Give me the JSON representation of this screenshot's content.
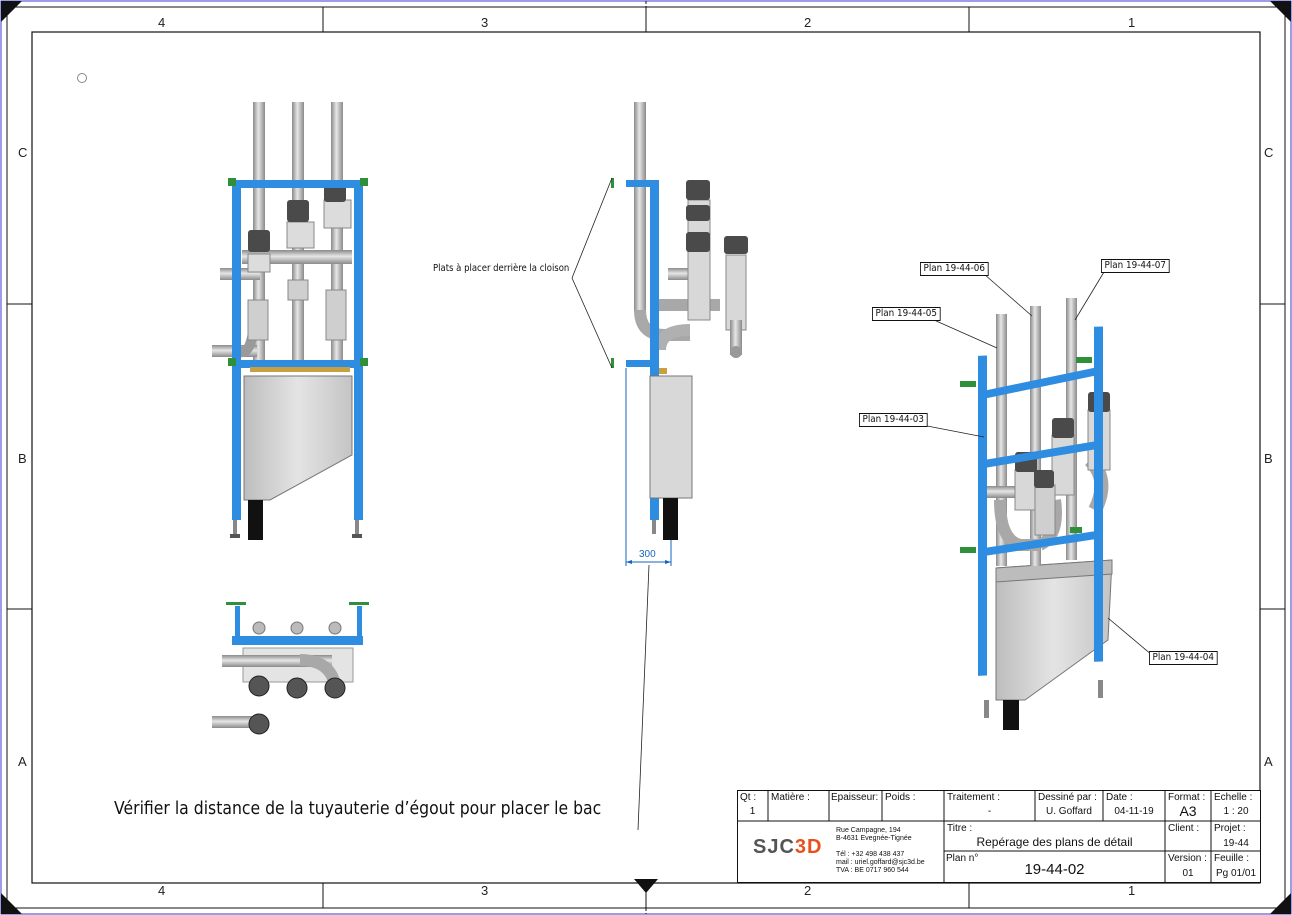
{
  "sheet": {
    "zone_columns": [
      "4",
      "3",
      "2",
      "1"
    ],
    "zone_rows": [
      "C",
      "B",
      "A"
    ]
  },
  "annotations": {
    "plates_note": "Plats à placer derrière la cloison",
    "dimension": "300",
    "bottom_note": "Vérifier la distance de la tuyauterie d’égout pour placer le bac"
  },
  "callouts": {
    "plan_05": "Plan 19-44-05",
    "plan_06": "Plan 19-44-06",
    "plan_07": "Plan 19-44-07",
    "plan_03": "Plan 19-44-03",
    "plan_04": "Plan 19-44-04"
  },
  "colors": {
    "frame_blue": "#2e8de0",
    "pipe_steel": "#b8b8b8",
    "valve_dark": "#4a4a4a",
    "bracket_green": "#2f8f3a",
    "clamp_brass": "#c8a040",
    "tray_grey": "#d6d6d6",
    "brand_orange": "#e8501e"
  },
  "title_block": {
    "qt_label": "Qt :",
    "qt_value": "1",
    "matiere_label": "Matière :",
    "matiere_value": "",
    "epaisseur_label": "Epaisseur:",
    "poids_label": "Poids :",
    "traitement_label": "Traitement :",
    "traitement_value": "-",
    "dessine_label": "Dessiné par :",
    "dessine_value": "U. Goffard",
    "date_label": "Date :",
    "date_value": "04-11-19",
    "format_label": "Format :",
    "format_value": "A3",
    "echelle_label": "Echelle :",
    "echelle_value": "1 : 20",
    "titre_label": "Titre :",
    "titre_value": "Repérage des plans de détail",
    "client_label": "Client :",
    "client_value": "",
    "projet_label": "Projet :",
    "projet_value": "19-44",
    "plan_label": "Plan n°",
    "plan_value": "19-44-02",
    "version_label": "Version :",
    "version_value": "01",
    "feuille_label": "Feuille :",
    "feuille_value": "Pg  01/01",
    "logo_sj": "SJC",
    "logo_3d": "3D",
    "address_lines": [
      "Rue Campagne, 194",
      "B-4631 Evegnée-Tignée",
      "",
      "Tél : +32 498 438 437",
      "mail : uriel.goffard@sjc3d.be",
      "TVA : BE 0717 960 544"
    ]
  }
}
